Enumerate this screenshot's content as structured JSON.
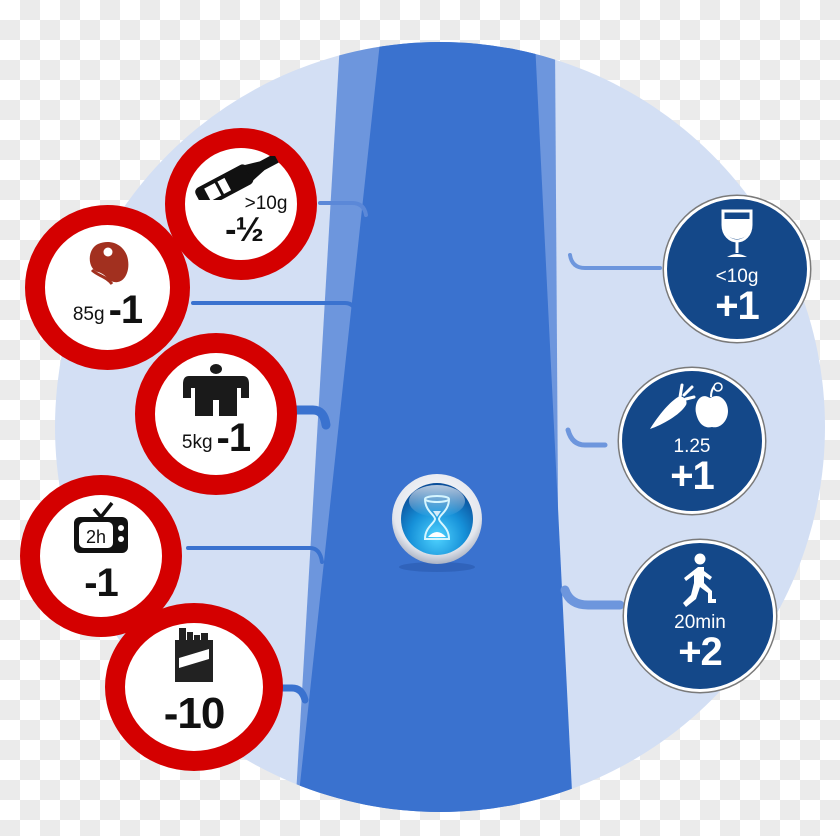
{
  "diagram": {
    "title": "",
    "colors": {
      "disc_background": "#d3dff4",
      "river_main": "#3a72cf",
      "river_edge": "#6d96dd",
      "negative_ring": "#d40000",
      "positive_fill": "#144889",
      "connector": "#3a72cf"
    },
    "center": {
      "icon": "hourglass-icon"
    },
    "negative_factors": [
      {
        "id": "alcohol-high",
        "icon": "wine-bottle-icon",
        "quantity": ">10g",
        "score": "-½"
      },
      {
        "id": "red-meat",
        "icon": "steak-icon",
        "quantity": "85g",
        "score": "-1"
      },
      {
        "id": "overweight",
        "icon": "person-icon",
        "quantity": "5kg",
        "score": "-1"
      },
      {
        "id": "tv",
        "icon": "tv-icon",
        "quantity": "2h",
        "score": "-1"
      },
      {
        "id": "smoking",
        "icon": "cigarette-pack-icon",
        "quantity": "",
        "score": "-10"
      }
    ],
    "positive_factors": [
      {
        "id": "alcohol-low",
        "icon": "wine-glass-icon",
        "quantity": "<10g",
        "score": "+1"
      },
      {
        "id": "fruit-veg",
        "icon": "carrot-apple-icon",
        "quantity": "1.25",
        "score": "+1"
      },
      {
        "id": "exercise",
        "icon": "running-person-icon",
        "quantity": "20min",
        "score": "+2"
      }
    ]
  }
}
